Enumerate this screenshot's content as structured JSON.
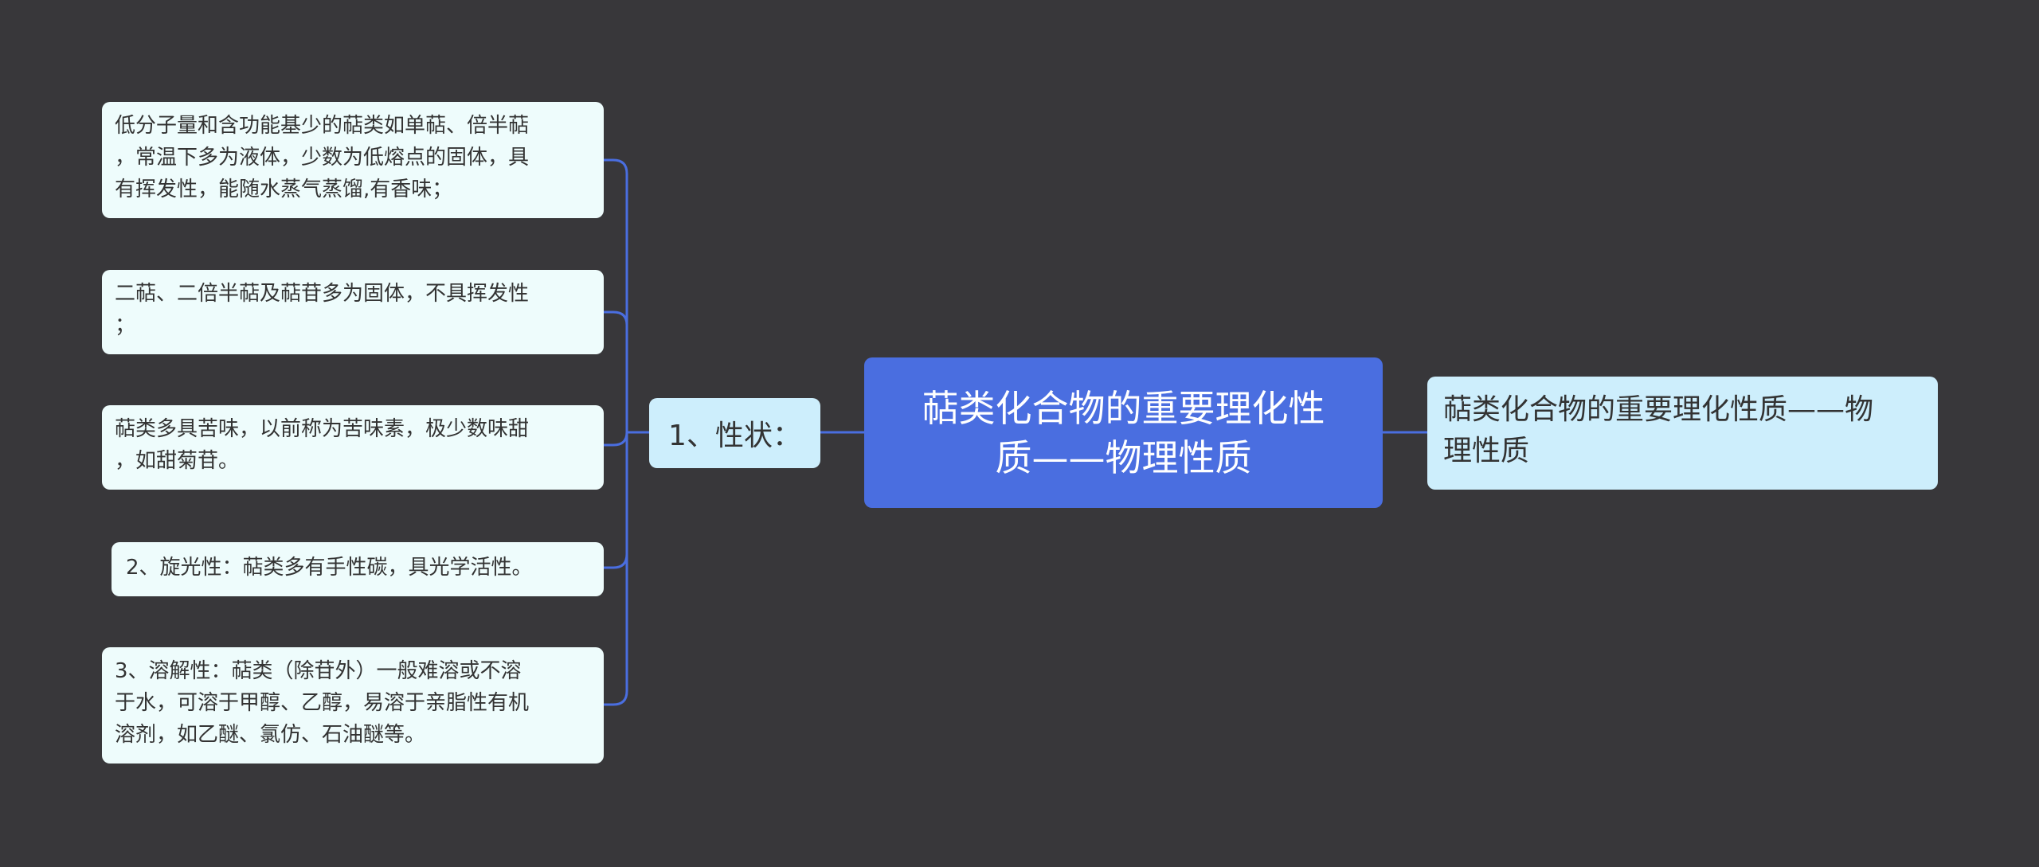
{
  "root": {
    "lines": [
      "萜类化合物的重要理化性",
      "质——物理性质"
    ]
  },
  "branch": {
    "label": "1、性状："
  },
  "summary": {
    "lines": [
      "萜类化合物的重要理化性质——物",
      "理性质"
    ]
  },
  "leaves": [
    {
      "lines": [
        "低分子量和含功能基少的萜类如单萜、倍半萜",
        "，常温下多为液体，少数为低熔点的固体，具",
        "有挥发性，能随水蒸气蒸馏,有香味；"
      ]
    },
    {
      "lines": [
        "二萜、二倍半萜及萜苷多为固体，不具挥发性",
        "；"
      ]
    },
    {
      "lines": [
        "萜类多具苦味，以前称为苦味素，极少数味甜",
        "，如甜菊苷。"
      ]
    },
    {
      "lines": [
        "2、旋光性：萜类多有手性碳，具光学活性。"
      ]
    },
    {
      "lines": [
        "3、溶解性：萜类（除苷外）一般难溶或不溶",
        "于水，可溶于甲醇、乙醇，易溶于亲脂性有机",
        "溶剂，如乙醚、氯仿、石油醚等。"
      ]
    }
  ],
  "colors": {
    "background": "#38373a",
    "root_fill": "#4a6ee0",
    "branch_fill": "#cdeefc",
    "leaf_fill": "#eefcfc",
    "connector": "#4a6ee0"
  }
}
